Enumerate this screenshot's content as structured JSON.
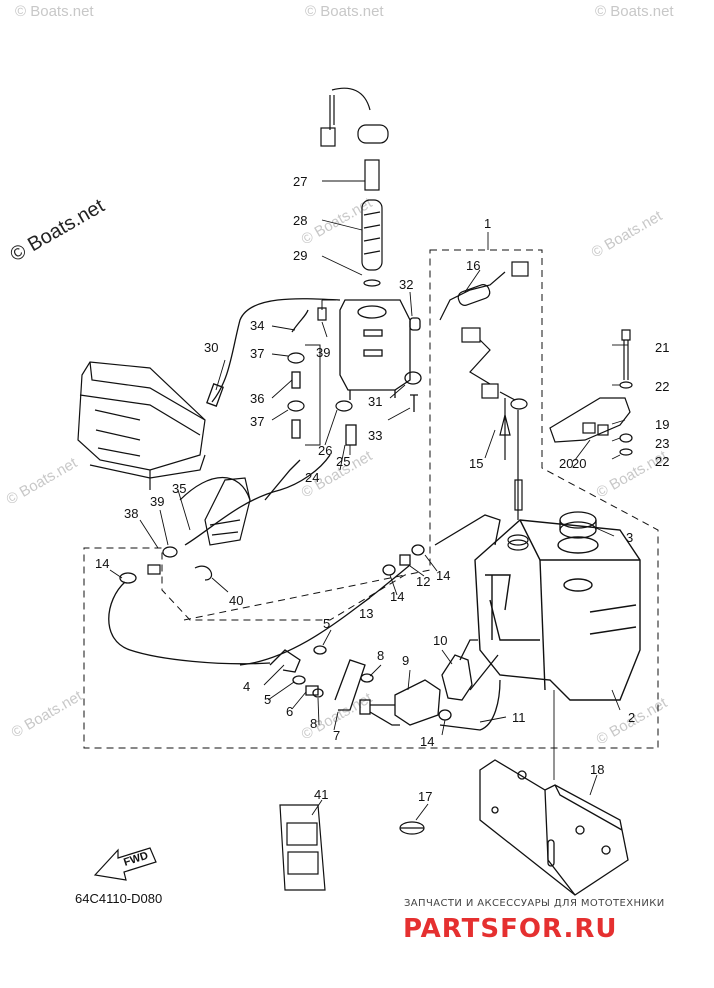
{
  "watermarks": {
    "main": "© Boats.net",
    "small": "© Boats.net"
  },
  "diagram_code": "64C4110-D080",
  "fwd_label": "FWD",
  "shop": {
    "tagline": "ЗАПЧАСТИ И АКСЕССУАРЫ ДЛЯ МОТОТЕХНИКИ",
    "logo": "PARTSFOR.RU"
  },
  "callouts": [
    "1",
    "2",
    "3",
    "4",
    "5",
    "5",
    "6",
    "7",
    "8",
    "8",
    "9",
    "10",
    "11",
    "12",
    "13",
    "14",
    "14",
    "14",
    "14",
    "15",
    "16",
    "17",
    "18",
    "19",
    "20",
    "20",
    "21",
    "22",
    "22",
    "23",
    "24",
    "25",
    "26",
    "27",
    "28",
    "29",
    "30",
    "31",
    "32",
    "33",
    "34",
    "35",
    "36",
    "37",
    "37",
    "38",
    "39",
    "39",
    "40",
    "41"
  ],
  "colors": {
    "line": "#111111",
    "watermark": "#c8c8c8",
    "logo": "#e53030"
  }
}
